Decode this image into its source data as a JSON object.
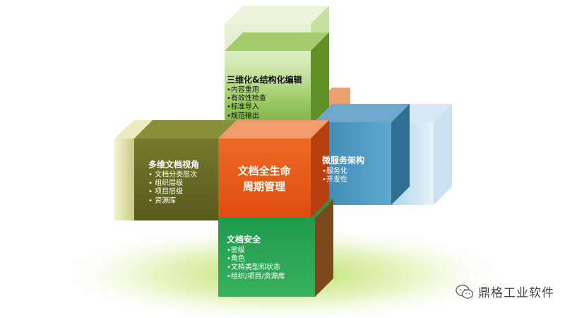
{
  "blocks": {
    "top": {
      "title": "三维化&结构化编辑",
      "items": [
        "•内容重用",
        "•有效性检查",
        "•标准导入",
        "•规范输出"
      ]
    },
    "left": {
      "title": "多维文档视角",
      "items": [
        "• 文档分类层次",
        "• 组织层级",
        "• 项目层级",
        "• 资源库"
      ]
    },
    "center": {
      "title_line1": "文档全生命",
      "title_line2": "周期管理"
    },
    "right": {
      "title": "微服务架构",
      "items": [
        "•服务化",
        "•开发性"
      ]
    },
    "bottom": {
      "title": "文档安全",
      "items": [
        "•密级",
        "•角色",
        "•文档类型和状态",
        "•组织/项目/资源库"
      ]
    }
  },
  "watermark": {
    "icon": "wechat-icon",
    "text": "鼎格工业软件"
  },
  "colors": {
    "top": "#7cb040",
    "left": "#5f6420",
    "center": "#e8561a",
    "right": "#3e8cb4",
    "bottom": "#2aa353",
    "back": "#d87a2a"
  }
}
